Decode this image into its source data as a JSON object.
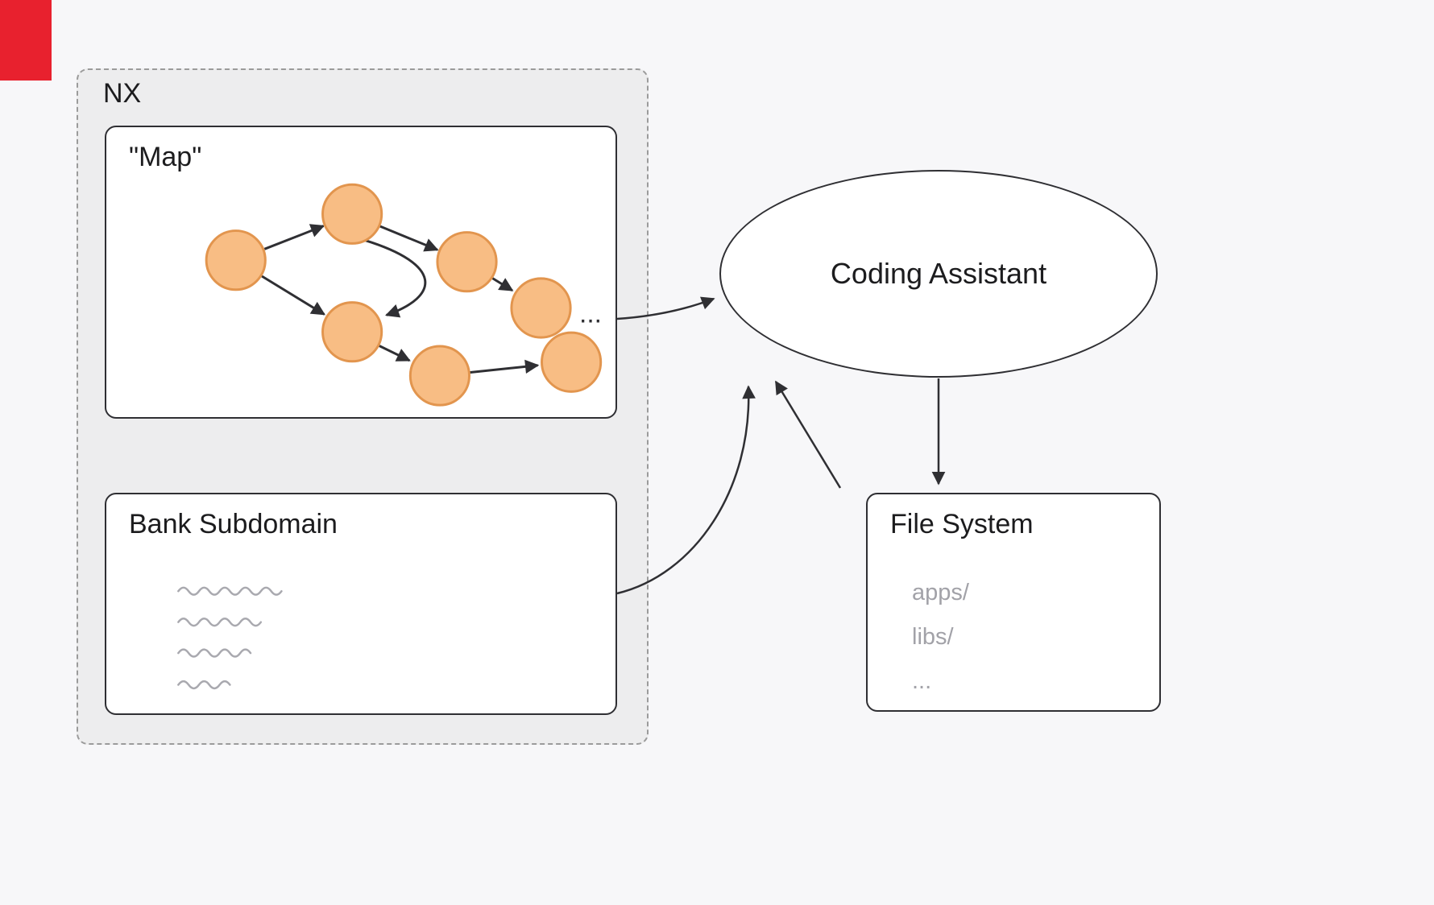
{
  "colors": {
    "background": "#f7f7f9",
    "red_bar": "#e8212e",
    "node_fill": "#f8bd84",
    "node_stroke": "#e2954e",
    "line_dark": "#2f2f33",
    "muted_text": "#a2a2a8",
    "nx_fill": "#ededee",
    "nx_border": "#9b9b9b"
  },
  "nx": {
    "label": "NX"
  },
  "map": {
    "label": "\"Map\"",
    "ellipsis_label": "..."
  },
  "bank": {
    "label": "Bank Subdomain"
  },
  "assistant": {
    "label": "Coding Assistant"
  },
  "filesystem": {
    "label": "File System",
    "entries": [
      "apps/",
      "libs/",
      "..."
    ]
  }
}
